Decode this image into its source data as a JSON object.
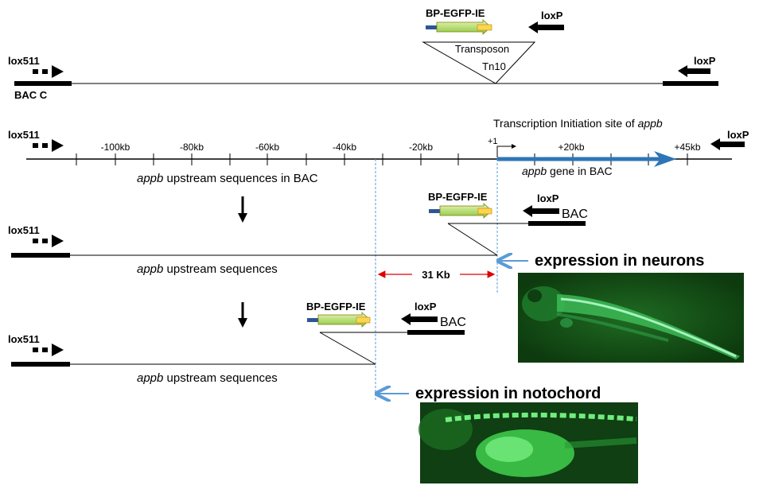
{
  "top_construct": {
    "cassette_label": "BP-EGFP-IE",
    "loxp_label": "loxP",
    "transposon_label_line1": "Transposon",
    "transposon_label_line2": "Tn10",
    "lox511_label": "lox511",
    "bac_label": "BAC C",
    "loxp_right_label": "loxP"
  },
  "map": {
    "lox511_label": "lox511",
    "loxp_label": "loxP",
    "tick_labels": [
      "-100kb",
      "-80kb",
      "-60kb",
      "-40kb",
      "-20kb",
      "+20kb",
      "+45kb"
    ],
    "plus1_label": "+1",
    "transcription_label_prefix": "Transcription Initiation site of ",
    "transcription_label_gene": "appb",
    "upstream_label_gene": "appb",
    "upstream_label_text": " upstream sequences in BAC",
    "gene_label_gene": "appb",
    "gene_label_text": " gene in BAC",
    "colors": {
      "gene_arrow": "#2e75b6",
      "guide_line": "#5b9bd5",
      "distance_arrow": "#e00000"
    }
  },
  "construct_neurons": {
    "cassette_label": "BP-EGFP-IE",
    "loxp_label": "loxP",
    "bac_label": "BAC",
    "lox511_label": "lox511",
    "upstream_label_gene": "appb",
    "upstream_label_text": " upstream sequences",
    "distance_label": "31 Kb",
    "expression_label": "expression in neurons"
  },
  "construct_notochord": {
    "cassette_label": "BP-EGFP-IE",
    "loxp_label": "loxP",
    "bac_label": "BAC",
    "lox511_label": "lox511",
    "upstream_label_gene": "appb",
    "upstream_label_text": " upstream sequences",
    "expression_label": "expression in notochord"
  }
}
